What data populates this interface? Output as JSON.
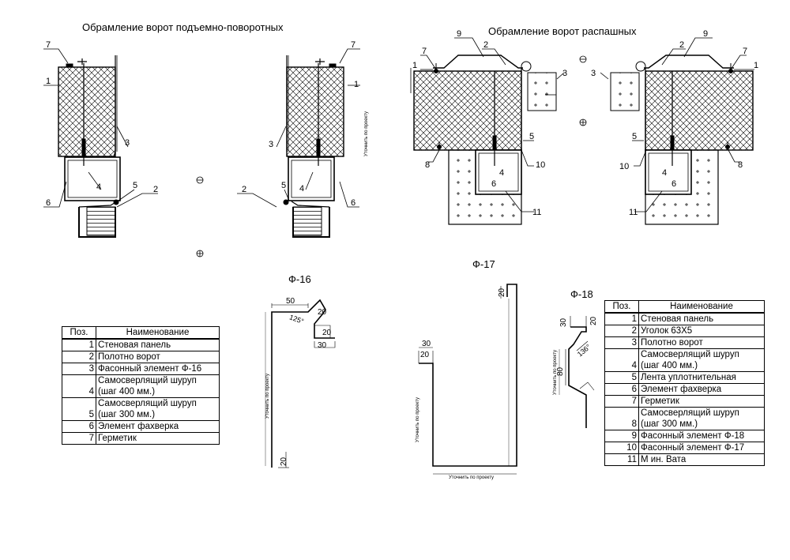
{
  "titles": {
    "left": "Обрамление ворот подъемно-поворотных",
    "right": "Обрамление ворот распашных",
    "f16": "Ф-16",
    "f17": "Ф-17",
    "f18": "Ф-18"
  },
  "callouts": {
    "left_a": [
      "7",
      "1",
      "3",
      "4",
      "6",
      "5",
      "2"
    ],
    "left_b": [
      "7",
      "1",
      "3",
      "2",
      "5",
      "4",
      "6"
    ],
    "right_a": [
      "9",
      "2",
      "7",
      "1",
      "3",
      "5",
      "8",
      "10",
      "4",
      "6",
      "11"
    ],
    "right_b": [
      "9",
      "2",
      "7",
      "1",
      "3",
      "5",
      "10",
      "8",
      "4",
      "6",
      "11"
    ]
  },
  "dims": {
    "f16": {
      "top": "50",
      "angle": "125°",
      "lip": "20",
      "box_h": "20",
      "box_w": "30",
      "bottom": "20",
      "side_note": "Уточнить по проекту"
    },
    "f17": {
      "top": "20",
      "left_a": "30",
      "left_b": "20",
      "side_note": "Уточнить по проекту",
      "bottom_note": "Уточнить по проекту"
    },
    "f18": {
      "a": "30",
      "b": "20",
      "angle": "136°",
      "height": "80",
      "side_note": "Уточнить по проекту"
    },
    "vertical_note": "Уточнить по проекту"
  },
  "table_left": {
    "header": {
      "pos": "Поз.",
      "name": "Наименование"
    },
    "rows": [
      {
        "pos": "1",
        "lines": [
          "Стеновая панель"
        ]
      },
      {
        "pos": "2",
        "lines": [
          "Полотно ворот"
        ]
      },
      {
        "pos": "3",
        "lines": [
          "Фасонный элемент Ф-16"
        ]
      },
      {
        "pos": "4",
        "lines": [
          "Самосверлящий шуруп",
          "(шаг 400 мм.)"
        ]
      },
      {
        "pos": "5",
        "lines": [
          "Самосверлящий шуруп",
          "(шаг 300 мм.)"
        ]
      },
      {
        "pos": "6",
        "lines": [
          "Элемент фахверка"
        ]
      },
      {
        "pos": "7",
        "lines": [
          "Герметик"
        ]
      }
    ]
  },
  "table_right": {
    "header": {
      "pos": "Поз.",
      "name": "Наименование"
    },
    "rows": [
      {
        "pos": "1",
        "lines": [
          "Стеновая панель"
        ]
      },
      {
        "pos": "2",
        "lines": [
          "Уголок 63Х5"
        ]
      },
      {
        "pos": "3",
        "lines": [
          "Полотно ворот"
        ]
      },
      {
        "pos": "4",
        "lines": [
          "Самосверлящий шуруп",
          "(шаг 400 мм.)"
        ]
      },
      {
        "pos": "5",
        "lines": [
          "Лента уплотнительная"
        ]
      },
      {
        "pos": "6",
        "lines": [
          "Элемент фахверка"
        ]
      },
      {
        "pos": "7",
        "lines": [
          "Герметик"
        ]
      },
      {
        "pos": "8",
        "lines": [
          "Самосверлящий шуруп",
          "(шаг 300 мм.)"
        ]
      },
      {
        "pos": "9",
        "lines": [
          "Фасонный элемент Ф-18"
        ]
      },
      {
        "pos": "10",
        "lines": [
          "Фасонный элемент Ф-17"
        ]
      },
      {
        "pos": "11",
        "lines": [
          "М ин. Вата"
        ]
      }
    ]
  }
}
